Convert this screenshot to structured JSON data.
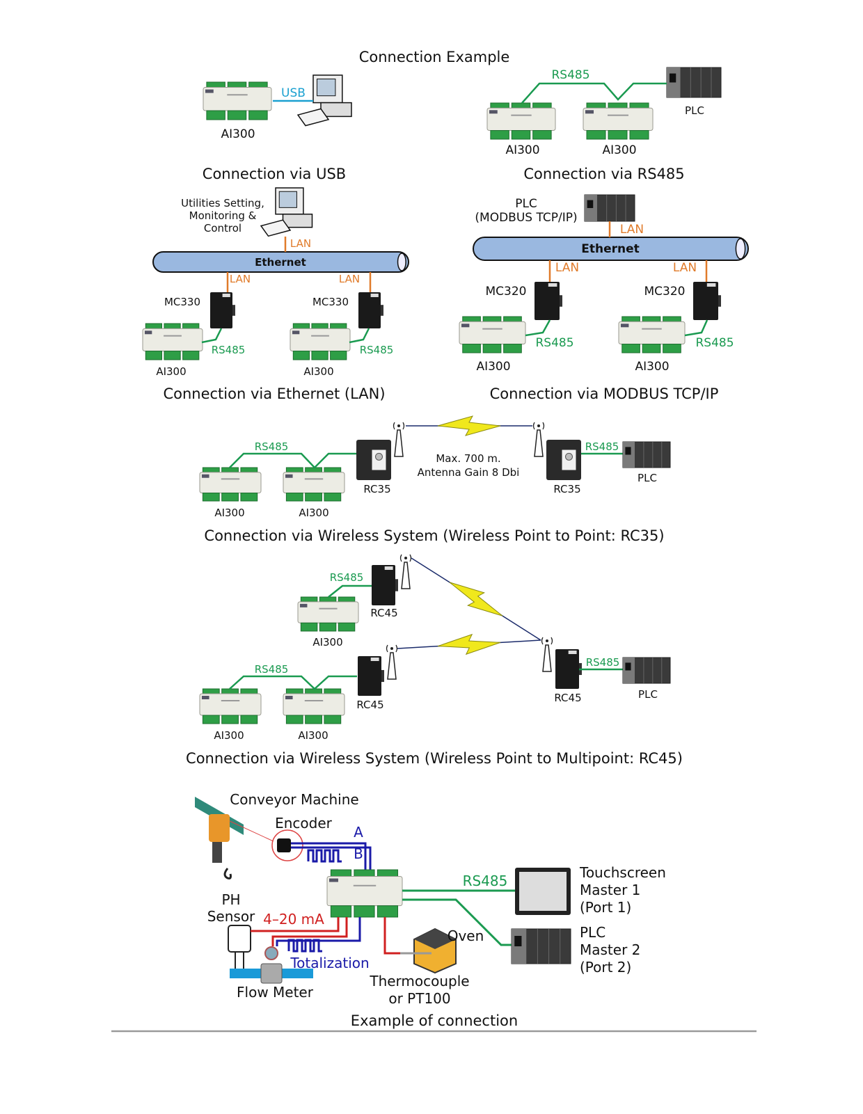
{
  "title": "Connection Example",
  "colors": {
    "rs485": "#1a9a50",
    "lan": "#e07b2a",
    "usb": "#1aa0d0",
    "pulse": "#1a1aa8",
    "analog": "#d02020",
    "ethernet_bus": "#9ab8e0"
  },
  "usb": {
    "heading": "Connection via USB",
    "link": "USB",
    "device": "AI300"
  },
  "rs485": {
    "heading": "Connection via RS485",
    "link": "RS485",
    "device": "AI300",
    "plc": "PLC"
  },
  "ethernet_lan": {
    "heading": "Connection via Ethernet (LAN)",
    "pc_label": [
      "Utilities Setting,",
      "Monitoring &",
      "Control"
    ],
    "bus": "Ethernet",
    "lan": "LAN",
    "gateway": "MC330",
    "serial": "RS485",
    "device": "AI300"
  },
  "modbus_tcp": {
    "heading": "Connection via MODBUS TCP/IP",
    "plc_label": [
      "PLC",
      "(MODBUS TCP/IP)"
    ],
    "bus": "Ethernet",
    "lan": "LAN",
    "gateway": "MC320",
    "serial": "RS485",
    "device": "AI300"
  },
  "wireless_p2p": {
    "heading": "Connection via Wireless System (Wireless Point to Point: RC35)",
    "serial": "RS485",
    "device": "AI300",
    "radio": "RC35",
    "plc": "PLC",
    "range_note": [
      "Max. 700 m.",
      "Antenna Gain 8 Dbi"
    ]
  },
  "wireless_p2mp": {
    "heading": "Connection via Wireless System (Wireless Point to Multipoint: RC45)",
    "serial": "RS485",
    "device": "AI300",
    "radio": "RC45",
    "plc": "PLC"
  },
  "example": {
    "heading": "Example of connection",
    "conveyor": "Conveyor Machine",
    "encoder": "Encoder",
    "channel_a": "A",
    "channel_b": "B",
    "ph_sensor": [
      "PH",
      "Sensor"
    ],
    "analog_signal": "4–20 mA",
    "totalization": "Totalization",
    "flow_meter": "Flow Meter",
    "oven": "Oven",
    "thermo": [
      "Thermocouple",
      "or PT100"
    ],
    "serial": "RS485",
    "master1": [
      "Touchscreen",
      "Master 1",
      "(Port 1)"
    ],
    "master2": [
      "PLC",
      "Master 2",
      "(Port 2)"
    ]
  }
}
